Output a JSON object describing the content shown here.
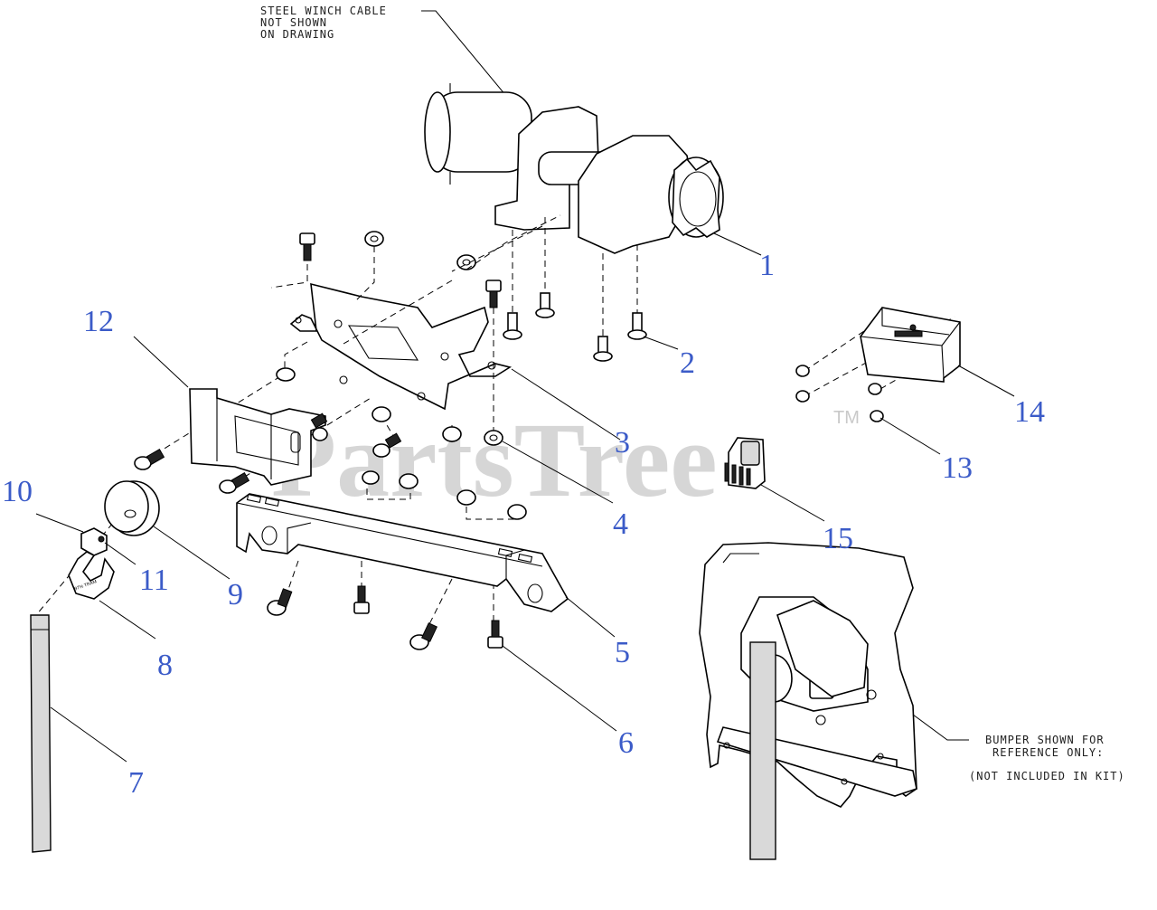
{
  "notes": {
    "cable_line1": "STEEL WINCH CABLE",
    "cable_line2": "NOT SHOWN",
    "cable_line3": "ON DRAWING",
    "bumper_line1": "BUMPER SHOWN FOR",
    "bumper_line2": "REFERENCE ONLY:",
    "bumper_line3": "(NOT INCLUDED IN KIT)"
  },
  "watermark": {
    "text": "PartsTree",
    "tm": "TM"
  },
  "callouts": [
    "1",
    "2",
    "3",
    "4",
    "5",
    "6",
    "7",
    "8",
    "9",
    "10",
    "11",
    "12",
    "13",
    "14",
    "15"
  ],
  "colors": {
    "callout": "#3b5bc8",
    "watermark": "#c9c9c9",
    "line": "#000000"
  }
}
